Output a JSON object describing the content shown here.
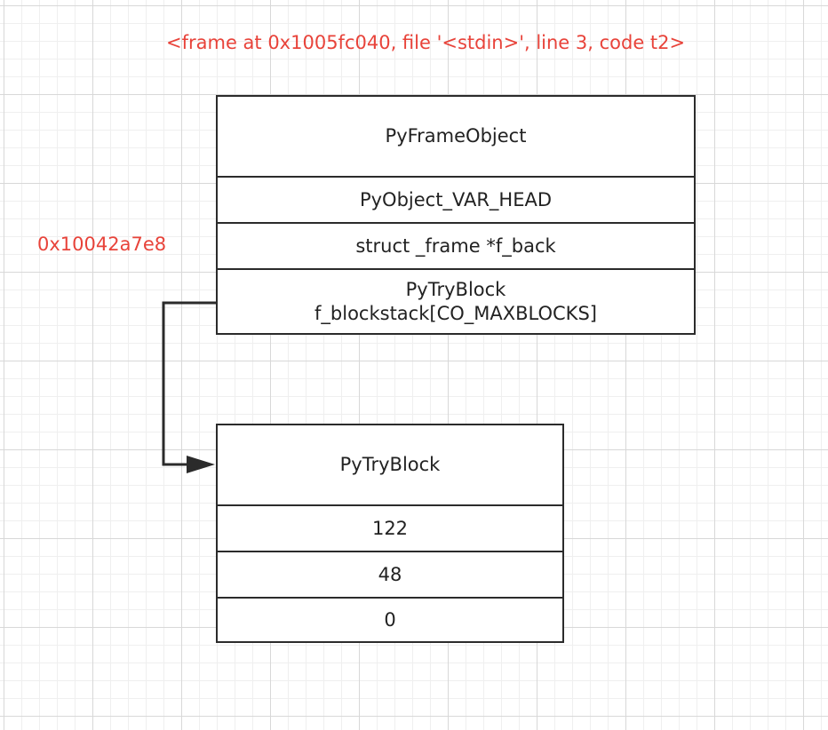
{
  "frame_caption": "<frame at 0x1005fc040, file '<stdin>', line 3, code t2>",
  "frame_address": "0x10042a7e8",
  "colors": {
    "annotation": "#e8433a",
    "border": "#2b2b2b",
    "grid": "#d8d8d8"
  },
  "frame_object": {
    "title": "PyFrameObject",
    "fields": {
      "var_head": "PyObject_VAR_HEAD",
      "f_back": "struct _frame *f_back",
      "blockstack_type": "PyTryBlock",
      "blockstack_name": "f_blockstack[CO_MAXBLOCKS]"
    }
  },
  "try_block": {
    "title": "PyTryBlock",
    "values": [
      "122",
      "48",
      "0"
    ]
  }
}
